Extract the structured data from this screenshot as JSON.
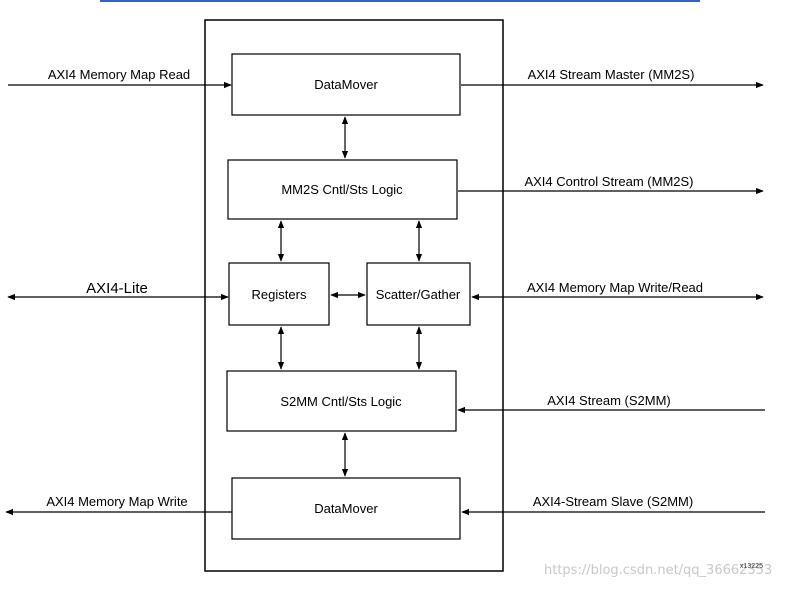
{
  "blocks": {
    "datamover_top": "DataMover",
    "mm2s_logic": "MM2S Cntl/Sts Logic",
    "registers": "Registers",
    "scatter_gather": "Scatter/Gather",
    "s2mm_logic": "S2MM Cntl/Sts Logic",
    "datamover_bottom": "DataMover"
  },
  "interfaces": {
    "mm_read": "AXI4 Memory Map Read",
    "stream_master": "AXI4 Stream Master (MM2S)",
    "control_stream": "AXI4 Control Stream (MM2S)",
    "axi_lite": "AXI4-Lite",
    "mm_write_read": "AXI4 Memory Map Write/Read",
    "stream_s2mm": "AXI4 Stream (S2MM)",
    "mm_write": "AXI4 Memory Map Write",
    "stream_slave": "AXI4-Stream Slave (S2MM)"
  },
  "figure_id": "x13225",
  "watermark": "https://blog.csdn.net/qq_36662353",
  "colors": {
    "line": "#000000",
    "background": "#ffffff",
    "watermark": "#c9c9c9"
  }
}
